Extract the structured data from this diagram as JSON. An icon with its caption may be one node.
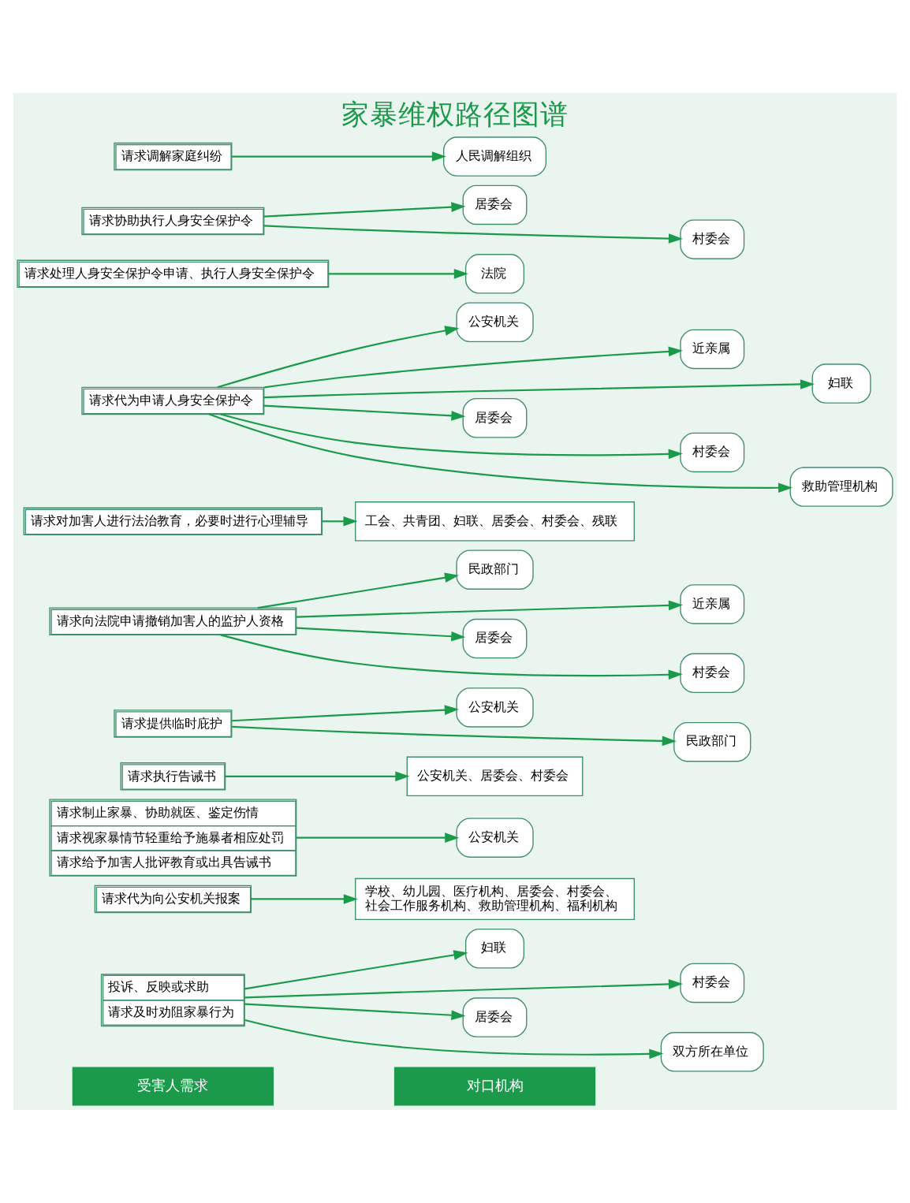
{
  "diagram": {
    "title": "家暴维权路径图谱",
    "nodes": [
      {
        "text": [
          "投诉、反映或求助",
          "请求及时劝阻家暴行为"
        ]
      },
      {
        "text": [
          "妇联"
        ]
      },
      {
        "text": [
          "村委会"
        ]
      },
      {
        "text": [
          "居委会"
        ]
      },
      {
        "text": [
          "双方所在单位"
        ]
      },
      {
        "text": [
          "请求代为向公安机关报案"
        ]
      },
      {
        "text": [
          "学校、幼儿园、医疗机构、居委会、村委会、社会工作服务机构、救助管理机构、福利机构"
        ]
      },
      {
        "text": [
          "请求制止家暴、协助就医、鉴定伤情",
          "请求视家暴情节轻重给予施暴者相应处罚",
          "请求给予加害人批评教育或出具告诫书"
        ]
      },
      {
        "text": [
          "公安机关"
        ]
      },
      {
        "text": [
          "请求执行告诫书"
        ]
      },
      {
        "text": [
          "公安机关、居委会、村委会"
        ]
      },
      {
        "text": [
          "请求提供临时庇护"
        ]
      },
      {
        "text": [
          "公安机关"
        ]
      },
      {
        "text": [
          "民政部门"
        ]
      },
      {
        "text": [
          "请求向法院申请撤销加害人的监护人资格"
        ]
      },
      {
        "text": [
          "民政部门"
        ]
      },
      {
        "text": [
          "近亲属"
        ]
      },
      {
        "text": [
          "居委会"
        ]
      },
      {
        "text": [
          "村委会"
        ]
      },
      {
        "text": [
          "请求对加害人进行法治教育，必要时进行心理辅导"
        ]
      },
      {
        "text": [
          "工会、共青团、妇联、居委会、村委会、残联"
        ]
      },
      {
        "text": [
          "请求代为申请人身安全保护令"
        ]
      },
      {
        "text": [
          "公安机关"
        ]
      },
      {
        "text": [
          "近亲属"
        ]
      },
      {
        "text": [
          "妇联"
        ]
      },
      {
        "text": [
          "居委会"
        ]
      },
      {
        "text": [
          "村委会"
        ]
      },
      {
        "text": [
          "救助管理机构"
        ]
      },
      {
        "text": [
          "请求处理人身安全保护令申请、执行人身安全保护令"
        ]
      },
      {
        "text": [
          "法院"
        ]
      },
      {
        "text": [
          "请求协助执行人身安全保护令"
        ]
      },
      {
        "text": [
          "居委会"
        ]
      },
      {
        "text": [
          "村委会"
        ]
      },
      {
        "text": [
          "请求调解家庭纠纷"
        ]
      },
      {
        "text": [
          "人民调解组织"
        ]
      }
    ],
    "edges": [
      {
        "from": 0,
        "to": 1,
        "arrow": "to"
      },
      {
        "from": 0,
        "to": 2,
        "arrow": "to"
      },
      {
        "from": 0,
        "to": 3,
        "arrow": "to"
      },
      {
        "from": 0,
        "to": 4,
        "arrow": "to"
      },
      {
        "from": 5,
        "to": 6,
        "arrow": "to"
      },
      {
        "from": 7,
        "to": 8,
        "arrow": "to"
      },
      {
        "from": 9,
        "to": 10,
        "arrow": "to"
      },
      {
        "from": 11,
        "to": 12,
        "arrow": "to"
      },
      {
        "from": 11,
        "to": 13,
        "arrow": "to"
      },
      {
        "from": 14,
        "to": 15,
        "arrow": "to"
      },
      {
        "from": 14,
        "to": 16,
        "arrow": "to"
      },
      {
        "from": 14,
        "to": 17,
        "arrow": "to"
      },
      {
        "from": 14,
        "to": 18,
        "arrow": "to"
      },
      {
        "from": 19,
        "to": 20,
        "arrow": "to"
      },
      {
        "from": 21,
        "to": 22,
        "arrow": "to"
      },
      {
        "from": 21,
        "to": 23,
        "arrow": "to"
      },
      {
        "from": 21,
        "to": 24,
        "arrow": "to"
      },
      {
        "from": 21,
        "to": 25,
        "arrow": "to"
      },
      {
        "from": 21,
        "to": 26,
        "arrow": "to"
      },
      {
        "from": 21,
        "to": 27,
        "arrow": "to"
      },
      {
        "from": 28,
        "to": 29,
        "arrow": "to"
      },
      {
        "from": 30,
        "to": 31,
        "arrow": "to"
      },
      {
        "from": 30,
        "to": 32,
        "arrow": "to"
      },
      {
        "from": 33,
        "to": 34,
        "arrow": "to"
      }
    ],
    "labels": [
      "受害人需求",
      "对口机构"
    ]
  }
}
